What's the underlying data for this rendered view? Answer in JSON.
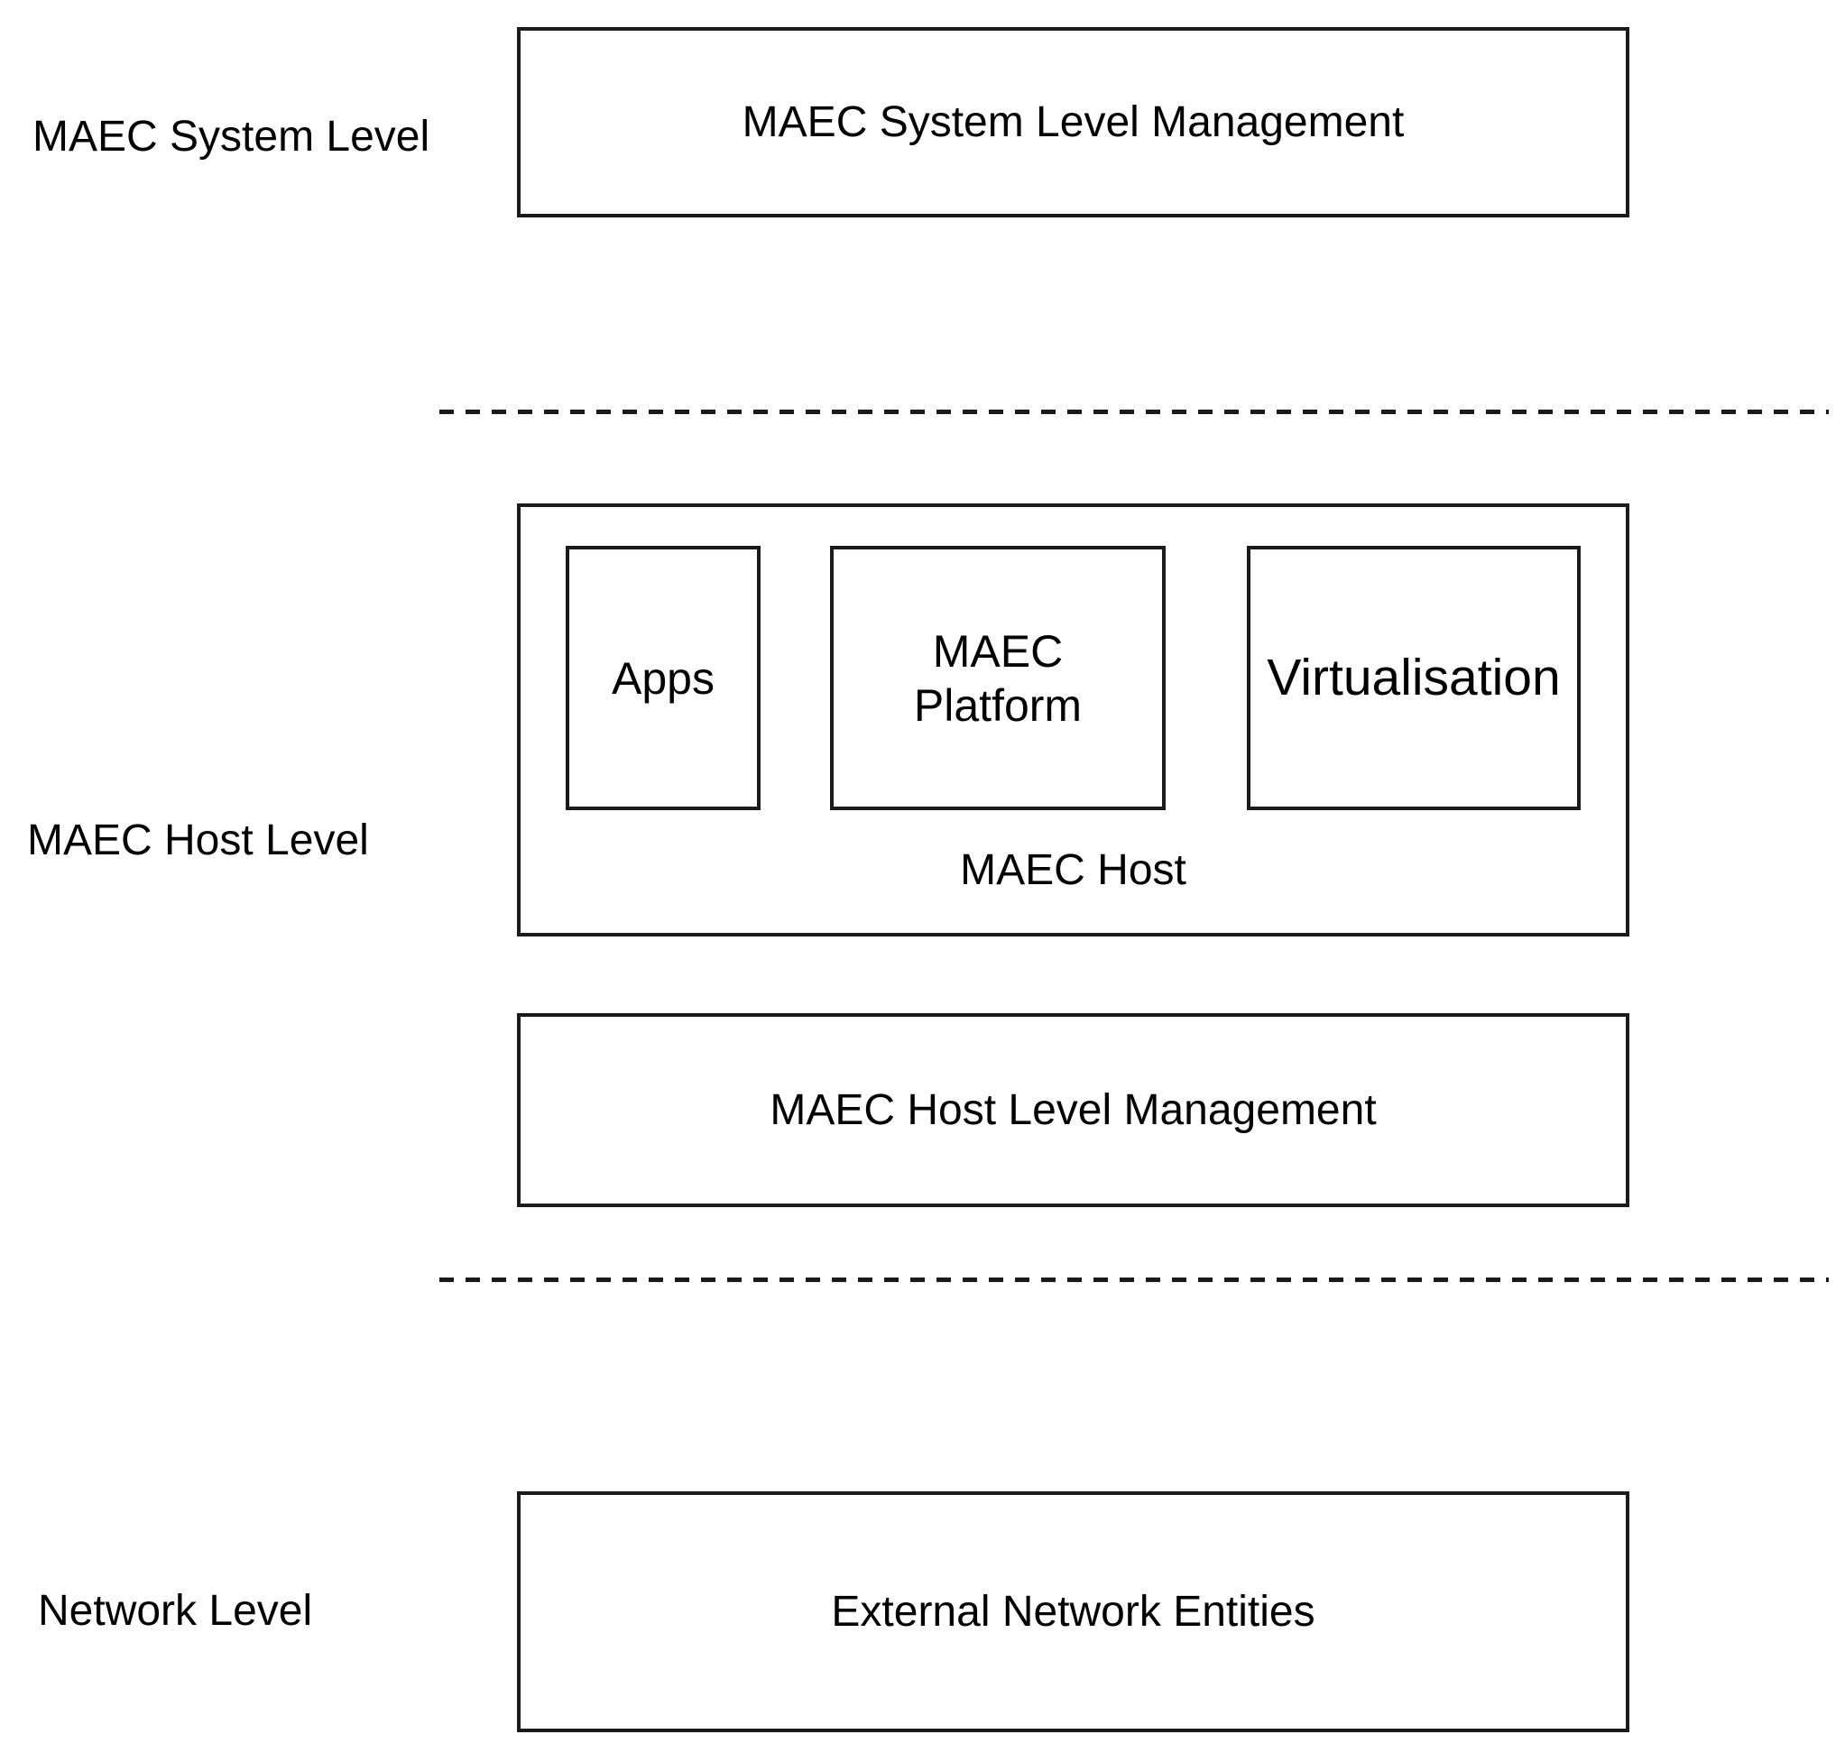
{
  "diagram": {
    "levels": [
      {
        "label": "MAEC System Level"
      },
      {
        "label": "MAEC Host Level"
      },
      {
        "label": "Network Level"
      }
    ],
    "boxes": {
      "system_management": "MAEC System Level Management",
      "host": "MAEC Host",
      "apps": "Apps",
      "platform": "MAEC Platform",
      "virtualisation": "Virtualisation",
      "host_management": "MAEC Host Level Management",
      "network_entities": "External Network Entities"
    },
    "colors": {
      "border": "#1a1a1a",
      "text": "#000000",
      "background": "#ffffff"
    }
  }
}
